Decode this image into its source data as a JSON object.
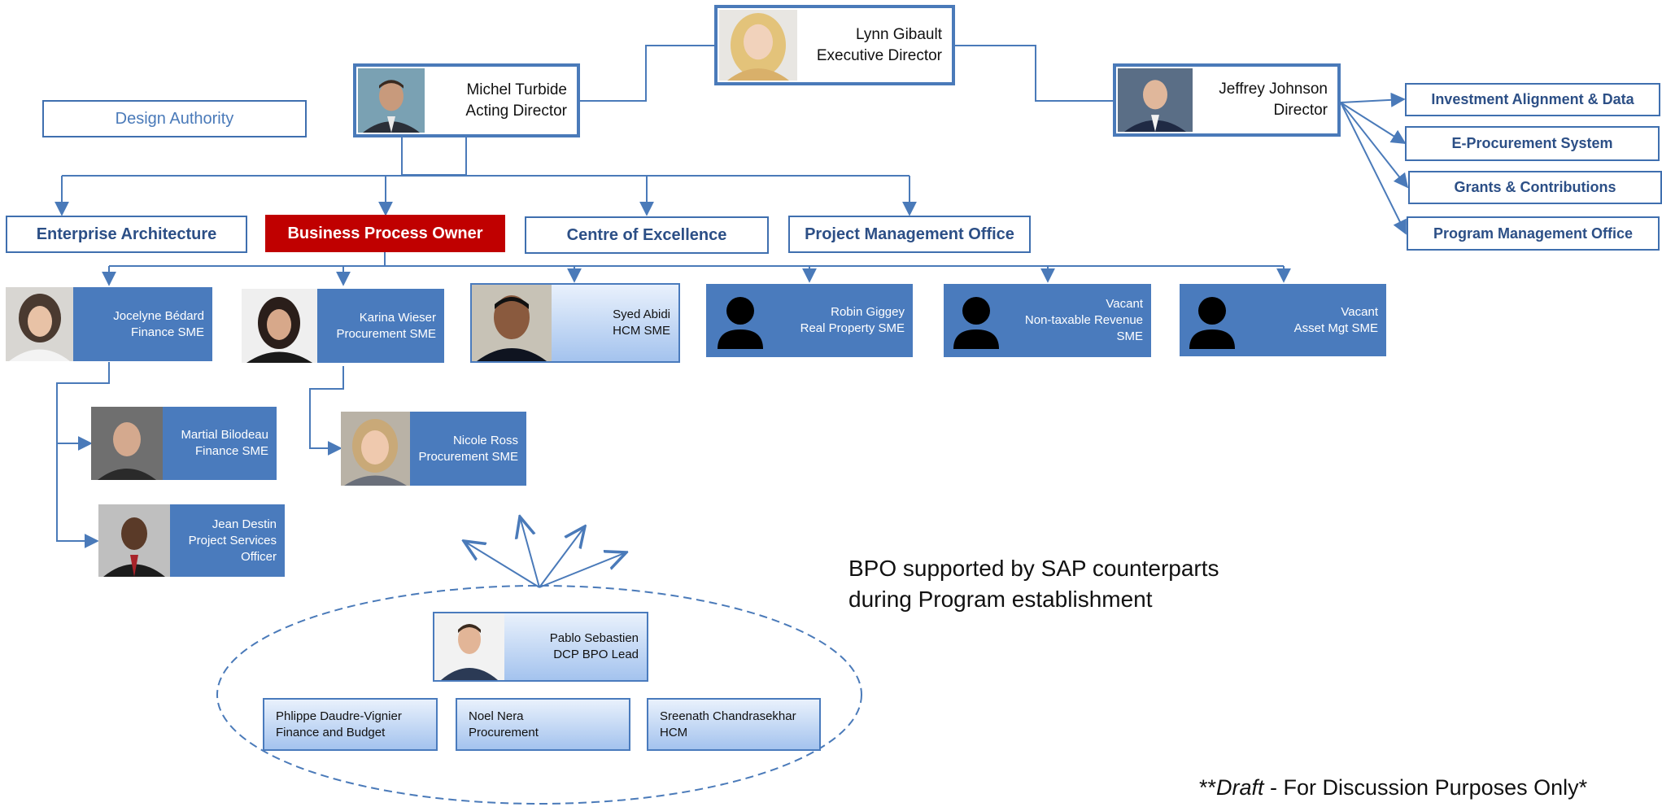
{
  "colors": {
    "primary": "#4a7bbd",
    "line": "#4a7ab9",
    "accent_red": "#c00000",
    "dark_text": "#2c4f86"
  },
  "executives": {
    "lynn": {
      "name": "Lynn Gibault",
      "title": "Executive Director"
    },
    "michel": {
      "name": "Michel Turbide",
      "title": "Acting Director"
    },
    "jeffrey": {
      "name": "Jeffrey Johnson",
      "title": "Director"
    }
  },
  "design_authority": "Design Authority",
  "functions": {
    "enterprise_architecture": "Enterprise Architecture",
    "business_process_owner": "Business Process Owner",
    "centre_of_excellence": "Centre of Excellence",
    "project_management_office": "Project Management Office"
  },
  "jeffrey_units": [
    "Investment Alignment & Data",
    "E-Procurement System",
    "Grants & Contributions",
    "Program Management Office"
  ],
  "smes": {
    "jocelyne": {
      "name": "Jocelyne Bédard",
      "role": "Finance SME"
    },
    "karina": {
      "name": "Karina Wieser",
      "role": "Procurement SME"
    },
    "syed": {
      "name": "Syed Abidi",
      "role": "HCM SME"
    },
    "robin": {
      "name": "Robin Giggey",
      "role": "Real Property SME"
    },
    "vacant1": {
      "name": "Vacant",
      "role": "Non-taxable Revenue",
      "role2": "SME"
    },
    "vacant2": {
      "name": "Vacant",
      "role": "Asset Mgt SME"
    },
    "martial": {
      "name": "Martial Bilodeau",
      "role": "Finance SME"
    },
    "nicole": {
      "name": "Nicole Ross",
      "role": "Procurement SME"
    },
    "jean": {
      "name": "Jean Destin",
      "role": "Project Services",
      "role2": "Officer"
    }
  },
  "sap": {
    "lead": {
      "name": "Pablo Sebastien",
      "role": "DCP BPO Lead"
    },
    "members": [
      {
        "name": "Phlippe Daudre-Vignier",
        "role": "Finance and Budget"
      },
      {
        "name": "Noel Nera",
        "role": "Procurement"
      },
      {
        "name": "Sreenath Chandrasekhar",
        "role": "HCM"
      }
    ]
  },
  "note": {
    "line1": "BPO supported by SAP counterparts",
    "line2": "during Program establishment"
  },
  "draft": {
    "prefix": "**",
    "emph": "Draft",
    "suffix": " - For Discussion Purposes Only*"
  }
}
